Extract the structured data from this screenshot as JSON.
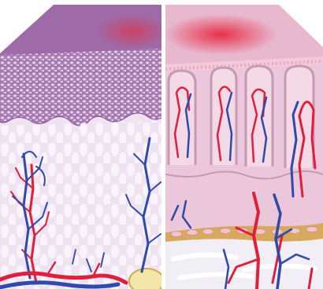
{
  "figure": {
    "panels": [
      {
        "id": "left-tissue-panel",
        "texture": "cell-grid",
        "vessels": "blue-and-red-branching"
      },
      {
        "id": "right-tissue-panel",
        "texture": "papillae",
        "vessels": "looping-capillaries"
      }
    ],
    "colors": {
      "surface_left": "#9f6aa8",
      "surface_right": "#e8b8cf",
      "inflamed_spot": "#e2364f",
      "epithelium_left": "#a67ab1",
      "cell_dots": "#e9d7ec",
      "submucosa_left": "#efe2f1",
      "cell_ovals": "#faf4fb",
      "lamina_right": "#ecc6da",
      "papilla_fill": "#f4d9e6",
      "papilla_outline": "#c59ab3",
      "artery": "#e01f3d",
      "vein": "#2f4aa8",
      "fat_band": "#d8a85c",
      "fat_cells": "#f2c6c6",
      "deep_tissue": "#f2eef6",
      "divider": "#ffffff"
    }
  }
}
